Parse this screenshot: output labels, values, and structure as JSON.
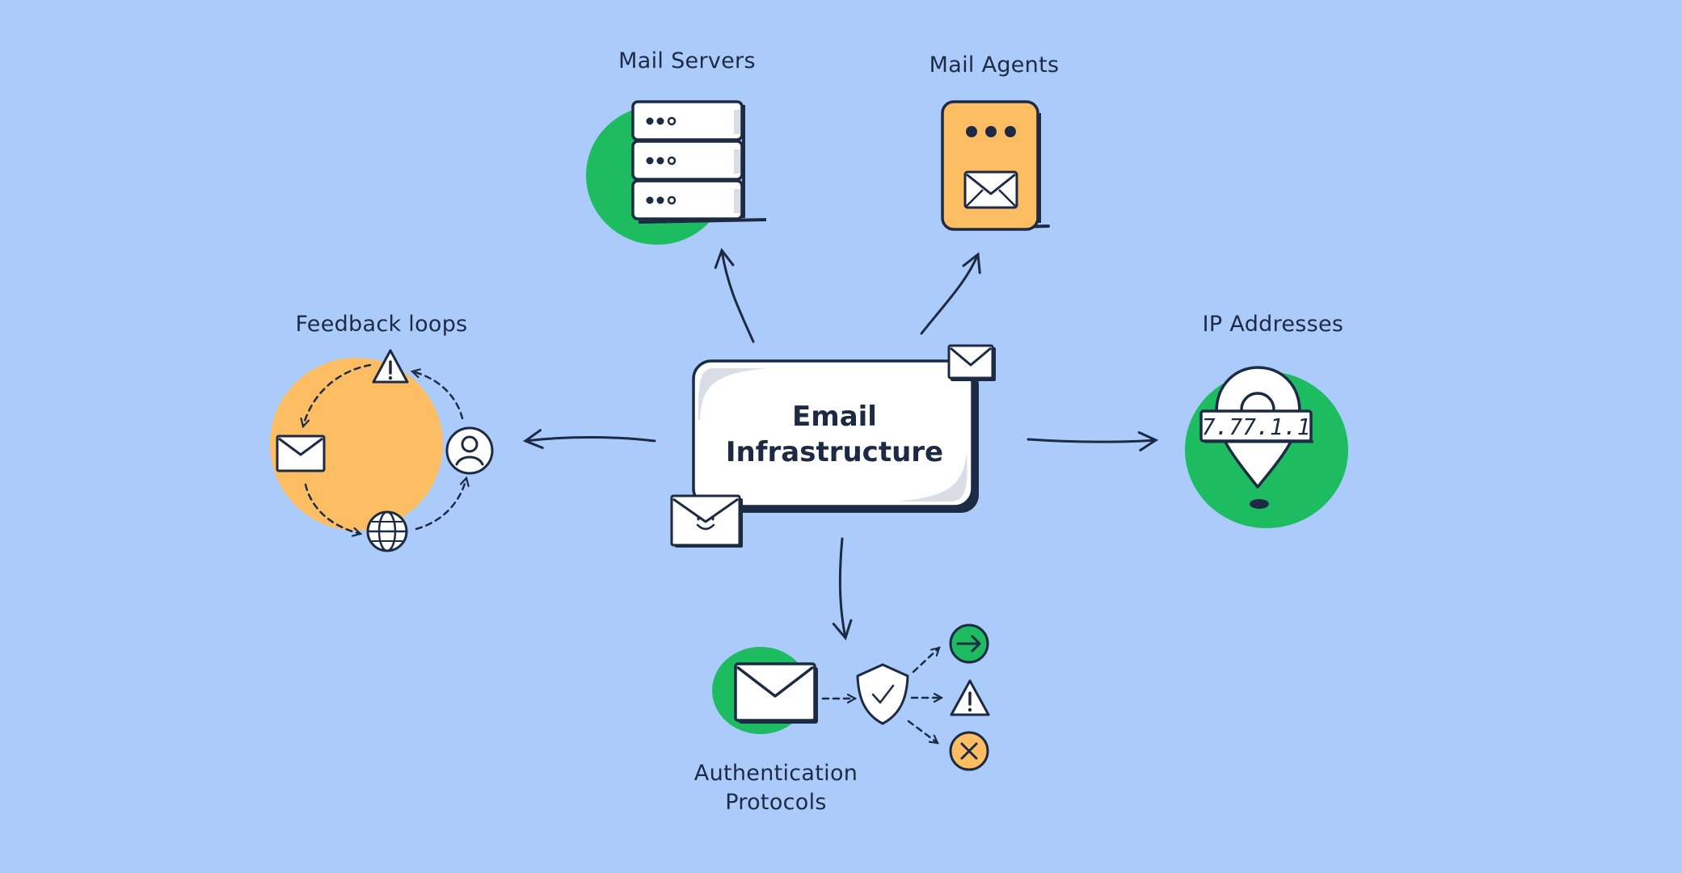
{
  "center": {
    "line1": "Email",
    "line2": "Infrastructure"
  },
  "nodes": {
    "mail_servers": {
      "label": "Mail Servers"
    },
    "mail_agents": {
      "label": "Mail Agents"
    },
    "feedback_loops": {
      "label": "Feedback loops"
    },
    "ip_addresses": {
      "label": "IP Addresses",
      "address": "7.77.1.1"
    },
    "authentication_protocols": {
      "line1": "Authentication",
      "line2": "Protocols"
    }
  },
  "colors": {
    "background": "#abcbfb",
    "green": "#1dbc60",
    "orange": "#fdbd62",
    "outline": "#1d2a44",
    "white": "#ffffff",
    "shadow": "#d8dde6"
  },
  "icons": [
    "server-stack-icon",
    "phone-agent-icon",
    "envelope-icon",
    "warning-icon",
    "user-icon",
    "globe-icon",
    "location-pin-icon",
    "shield-check-icon",
    "arrow-right-icon",
    "close-icon"
  ]
}
